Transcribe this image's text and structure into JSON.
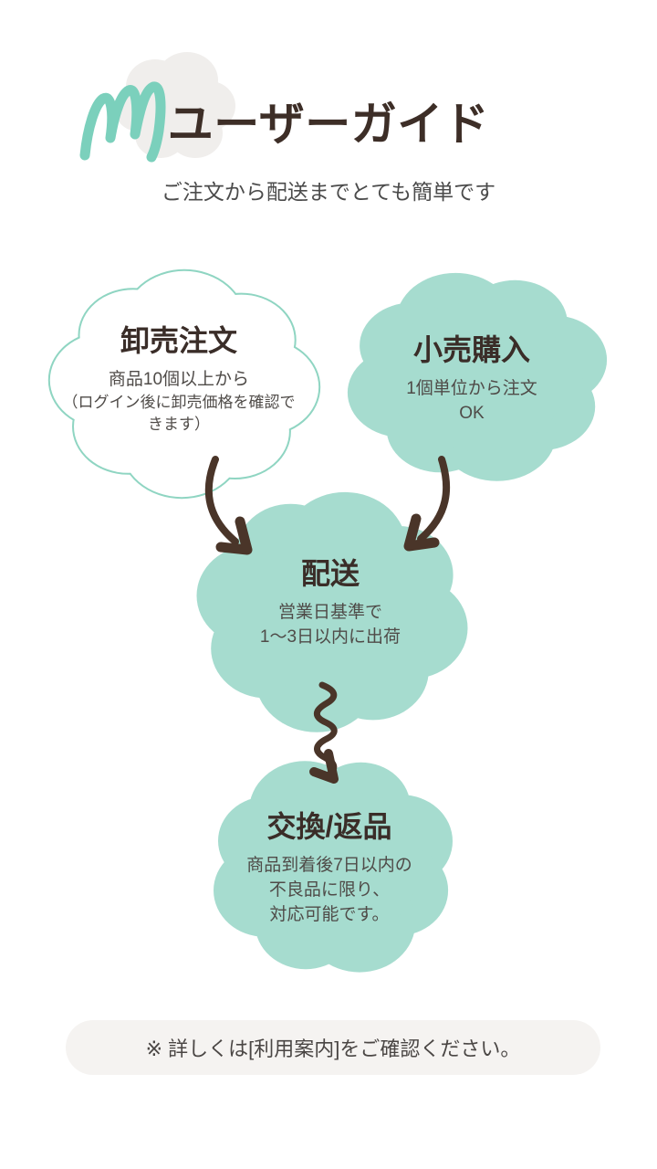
{
  "page": {
    "background": "#ffffff"
  },
  "header": {
    "logo_icon": "m-scribble-icon",
    "title": "ユーザーガイド",
    "subtitle": "ご注文から配送までとても簡単です",
    "colors": {
      "logo_teal": "#7bd0bc",
      "logo_cloud": "#f0eeec",
      "title": "#3d2e27",
      "subtitle": "#4b4b4b"
    }
  },
  "flow": {
    "colors": {
      "cloud_fill": "#a6dccf",
      "cloud_outline": "#8fd5c2",
      "arrow": "#4a3529",
      "step_title": "#3a2d28",
      "step_text": "#4f4b48"
    },
    "steps": [
      {
        "id": "wholesale-order",
        "title": "卸売注文",
        "lines": [
          "商品10個以上から",
          "（ログイン後に卸売価格を確認で",
          "きます）"
        ],
        "variant": "outlined-white"
      },
      {
        "id": "retail-purchase",
        "title": "小売購入",
        "lines": [
          "1個単位から注文",
          "OK"
        ],
        "variant": "filled-teal"
      },
      {
        "id": "shipping",
        "title": "配送",
        "lines": [
          "営業日基準で",
          "1〜3日以内に出荷"
        ],
        "variant": "filled-teal"
      },
      {
        "id": "exchange-return",
        "title": "交換/返品",
        "lines": [
          "商品到着後7日以内の",
          "不良品に限り、",
          "対応可能です。"
        ],
        "variant": "filled-teal"
      }
    ]
  },
  "footer": {
    "note": "※ 詳しくは[利用案内]をご確認ください。",
    "colors": {
      "pill_bg": "#f5f3f1",
      "text": "#4a4644"
    }
  }
}
